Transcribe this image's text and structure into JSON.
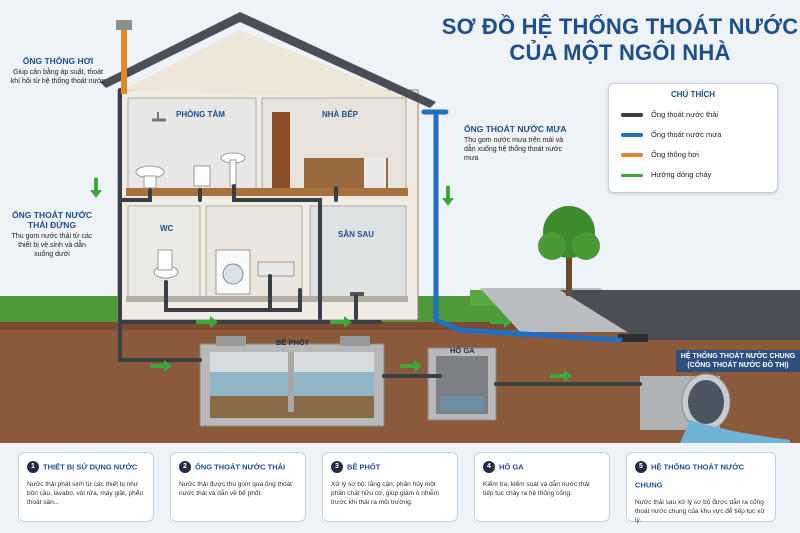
{
  "title": {
    "line1": "SƠ ĐỒ HỆ THỐNG THOÁT NƯỚC",
    "line2": "CỦA MỘT NGÔI NHÀ"
  },
  "rooms": {
    "bath": "PHÒNG TẮM",
    "kitchen": "NHÀ BẾP",
    "wc": "WC",
    "yard": "SÂN SAU"
  },
  "callouts": {
    "vent": {
      "title": "ỐNG THÔNG HƠI",
      "desc": "Giúp cân bằng áp suất, thoát khí hôi từ hệ thống thoát nước"
    },
    "stack": {
      "title": "ỐNG THOÁT NƯỚC THẢI ĐỨNG",
      "desc": "Thu gom nước thải từ các thiết bị vệ sinh và dẫn xuống dưới"
    },
    "rain": {
      "title": "ỐNG THOÁT NƯỚC MƯA",
      "desc": "Thu gom nước mưa trên mái và dẫn xuống hệ thống thoát nước mưa"
    }
  },
  "structures": {
    "septic": "BỂ PHỐT",
    "manhole": "HỐ GA",
    "sewer": "HỆ THỐNG THOÁT NƯỚC CHUNG (CỐNG THOÁT NƯỚC ĐÔ THỊ)"
  },
  "legend": {
    "title": "CHÚ THÍCH",
    "items": [
      {
        "label": "Ống thoát nước thải",
        "color": "#3a3f47"
      },
      {
        "label": "Ống thoát nước mưa",
        "color": "#1f6fc7"
      },
      {
        "label": "Ống thông hơi",
        "color": "#e08a2c"
      },
      {
        "label": "Hướng dòng chảy",
        "color": "#3aa83a"
      }
    ]
  },
  "cards": [
    {
      "num": "1",
      "title": "THIẾT BỊ SỬ DỤNG NƯỚC",
      "desc": "Nước thải phát sinh từ các thiết bị như bồn cầu, lavabo, vòi rửa, máy giặt, phểu thoát sàn..."
    },
    {
      "num": "2",
      "title": "ỐNG THOÁT NƯỚC THẢI",
      "desc": "Nước thải được thu gom qua ống thoát nước thải và dẫn về bể phốt."
    },
    {
      "num": "3",
      "title": "BỂ PHỐT",
      "desc": "Xử lý sơ bộ: lắng cặn, phân hủy một phần chất hữu cơ, giúp giảm ô nhiễm trước khi thải ra môi trường."
    },
    {
      "num": "4",
      "title": "HỐ GA",
      "desc": "Kiểm tra, kiểm soát và dẫn nước thải tiếp tục chảy ra hệ thống cống."
    },
    {
      "num": "5",
      "title": "HỆ THỐNG THOÁT NƯỚC CHUNG",
      "desc": "Nước thải sau xử lý sơ bộ được dẫn ra cống thoát nước chung của khu vực để tiếp tục xử lý."
    }
  ]
}
